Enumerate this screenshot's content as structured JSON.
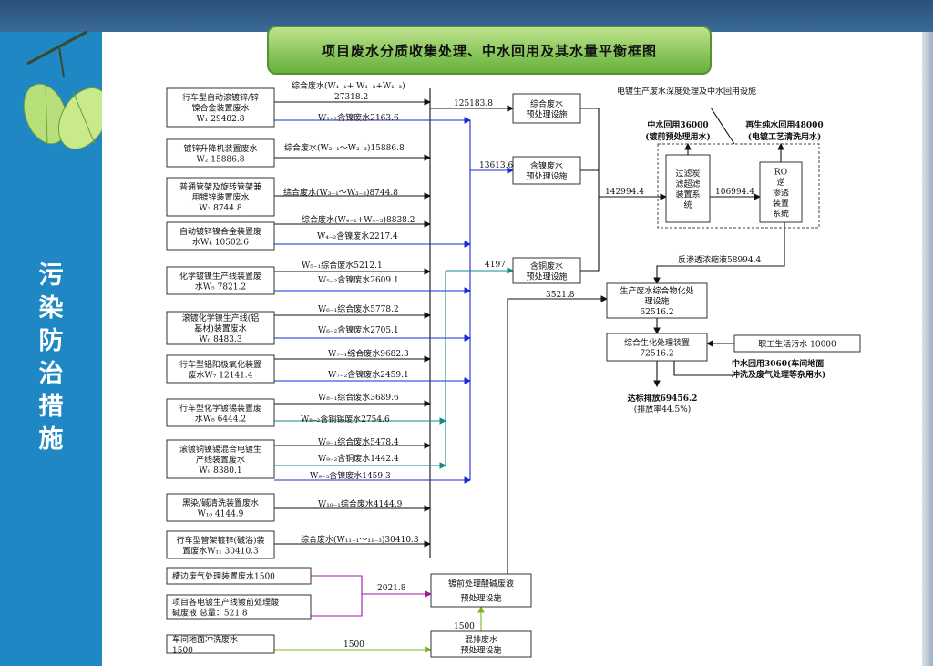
{
  "title": "项目废水分质收集处理、中水回用及其水量平衡框图",
  "sidebar_title": [
    "污",
    "染",
    "防",
    "治",
    "措",
    "施"
  ],
  "sources": [
    [
      "行车型自动滚镀锌/锌",
      "镍合金装置废水",
      "W₁ 29482.8"
    ],
    [
      "镀锌升降机装置废水",
      "W₂ 15886.8"
    ],
    [
      "普通管架及旋转管架兼",
      "用镀锌装置废水",
      "W₃ 8744.8"
    ],
    [
      "自动镀锌镍合金装置废",
      "水W₄ 10502.6"
    ],
    [
      "化学镀镍生产线装置废",
      "水W₅ 7821.2"
    ],
    [
      "滚镀化学镍生产线(铝",
      "基材)装置废水",
      "W₆ 8483.3"
    ],
    [
      "行车型铝阳极氧化装置",
      "废水W₇ 12141.4"
    ],
    [
      "行车型化学镀锡装置废",
      "水W₈ 6444.2"
    ],
    [
      "滚镀铜镍锡混合电镀生",
      "产线装置废水",
      "W₉ 8380.1"
    ],
    [
      "黑染/碱清洗装置废水",
      "W₁₀ 4144.9"
    ],
    [
      "行车型管架镀锌(碱浴)装",
      "置废水W₁₁ 30410.3"
    ],
    [
      "槽边废气处理装置废水1500"
    ],
    [
      "项目各电镀生产线镀前处理酸",
      "碱废液  总量：521.8"
    ],
    [
      "车间地面冲洗废水",
      "1500"
    ]
  ],
  "flows": [
    "综合废水(W₁₋₁+ W₁₋₂+W₁₋₃)",
    "27318.2",
    "W₁₋₂含镍废水2163.6",
    "综合废水(W₂₋₁～W₂₋₃)15886.8",
    "综合废水(W₃₋₁～W₃₋₃)8744.8",
    "综合废水(W₄₋₁+W₄₋₃)8838.2",
    "W₄₋₂含镍废水2217.4",
    "W₅₋₁综合废水5212.1",
    "W₅₋₂含镍废水2609.1",
    "W₆₋₁综合废水5778.2",
    "W₆₋₂含镍废水2705.1",
    "W₇₋₁综合废水9682.3",
    "W₇₋₂含镍废水2459.1",
    "W₈₋₁综合废水3689.6",
    "W₈₋₂含铜锡废水2754.6",
    "W₉₋₁综合废水5478.4",
    "W₉₋₂含铜废水1442.4",
    "W₉₋₃含镍废水1459.3",
    "W₁₀₋₁综合废水4144.9",
    "综合废水(W₁₁₋₁～₁₁₋₃)30410.3"
  ],
  "facilities": {
    "combined": [
      "综合废水",
      "预处理设施"
    ],
    "nickel": [
      "含镍废水",
      "预处理设施"
    ],
    "copper": [
      "含铜废水",
      "预处理设施"
    ],
    "acid": [
      "镀前处理酸碱废液",
      "预处理设施"
    ],
    "mixed": [
      "混排废水",
      "预处理设施"
    ],
    "physchem": [
      "生产废水综合物化处",
      "理设施",
      "62516.2"
    ],
    "biochem": [
      "综合生化处理装置",
      "72516.2"
    ],
    "filter": [
      "过滤炭",
      "滤超滤",
      "装置系",
      "统"
    ],
    "ro": [
      "RO",
      "逆",
      "渗透",
      "装置",
      "系统"
    ],
    "domestic": "职工生活污水 10000"
  },
  "values": {
    "v125183": "125183.8",
    "v13613": "13613.6",
    "v4197": "4197",
    "v142994": "142994.4",
    "v106994": "106994.4",
    "v3521": "3521.8",
    "v2021": "2021.8",
    "v1500a": "1500",
    "v1500b": "1500",
    "ro_conc": "反渗透浓缩液58994.4"
  },
  "notes": {
    "advanced": "电镀生产废水深度处理及中水回用设施",
    "reuse1": [
      "中水回用36000",
      "(镀前预处理用水)"
    ],
    "reuse2": [
      "再生纯水回用48000",
      "(电镀工艺清洗用水)"
    ],
    "reuse3": [
      "中水回用3060(车间地面",
      "冲洗及废气处理等杂用水)"
    ],
    "discharge": [
      "达标排放69456.2",
      "(排放率44.5%)"
    ]
  },
  "colors": {
    "side": "#1f88c4",
    "blue": "#1a2bd6",
    "teal": "#138a8a",
    "purple": "#9c1b9c",
    "green": "#7ab81f",
    "black": "#111111"
  }
}
